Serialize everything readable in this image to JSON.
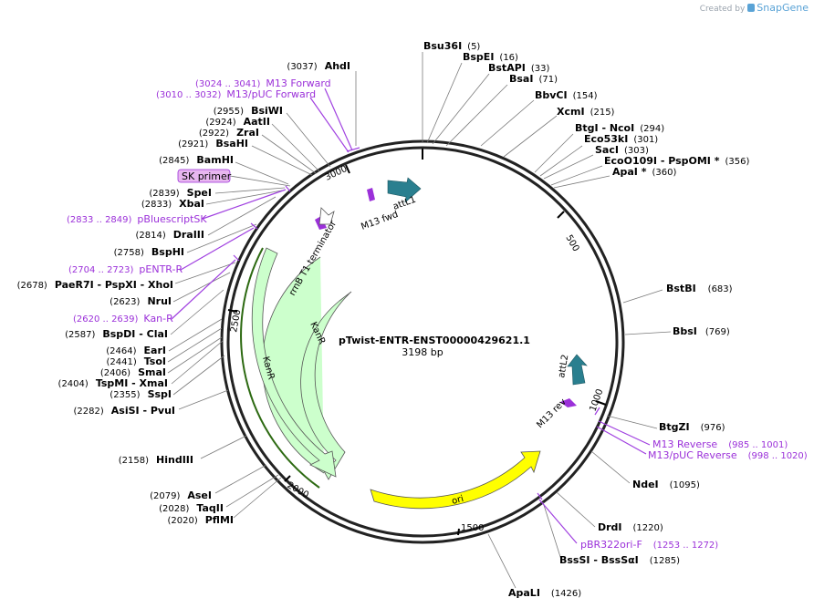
{
  "brand": {
    "created_by": "Created by",
    "name": "SnapGene"
  },
  "plasmid": {
    "name": "pTwist-ENTR-ENST00000429621.1",
    "length_label": "3198 bp"
  },
  "ticks": [
    "500",
    "1000",
    "1500",
    "2000",
    "2500",
    "3000"
  ],
  "features": {
    "attL1": "attL1",
    "attL2": "attL2",
    "m13fwd": "M13 fwd",
    "m13rev": "M13 rev",
    "rrnb": "rrnB T1 terminator",
    "kanr_outer": "KanR",
    "kanr_inner": "KanR",
    "ori": "ori"
  },
  "sites_right": [
    {
      "name": "Bsu36I",
      "pos": "(5)"
    },
    {
      "name": "BspEI",
      "pos": "(16)"
    },
    {
      "name": "BstAPI",
      "pos": "(33)"
    },
    {
      "name": "BsaI",
      "pos": "(71)"
    },
    {
      "name": "BbvCI",
      "pos": "(154)"
    },
    {
      "name": "XcmI",
      "pos": "(215)"
    },
    {
      "name": "BtgI  -  NcoI",
      "pos": "(294)"
    },
    {
      "name": "Eco53kI",
      "pos": "(301)"
    },
    {
      "name": "SacI",
      "pos": "(303)"
    },
    {
      "name": "EcoO109I   -  PspOMI *",
      "pos": "(356)"
    },
    {
      "name": "ApaI *",
      "pos": "(360)"
    },
    {
      "name": "BstBI",
      "pos": "(683)"
    },
    {
      "name": "BbsI",
      "pos": "(769)"
    },
    {
      "name": "BtgZI",
      "pos": "(976)"
    },
    {
      "name": "NdeI",
      "pos": "(1095)"
    },
    {
      "name": "DrdI",
      "pos": "(1220)"
    },
    {
      "name": "BssSI  -  BssSαI",
      "pos": "(1285)"
    },
    {
      "name": "ApaLI",
      "pos": "(1426)"
    }
  ],
  "sites_left": [
    {
      "name": "AhdI",
      "pos": "(3037)"
    },
    {
      "name": "BsiWI",
      "pos": "(2955)"
    },
    {
      "name": "AatII",
      "pos": "(2924)"
    },
    {
      "name": "ZraI",
      "pos": "(2922)"
    },
    {
      "name": "BsaHI",
      "pos": "(2921)"
    },
    {
      "name": "BamHI",
      "pos": "(2845)"
    },
    {
      "name": "SpeI",
      "pos": "(2839)"
    },
    {
      "name": "XbaI",
      "pos": "(2833)"
    },
    {
      "name": "DraIII",
      "pos": "(2814)"
    },
    {
      "name": "BspHI",
      "pos": "(2758)"
    },
    {
      "name": "PaeR7I   -  PspXI   -  XhoI",
      "pos": "(2678)"
    },
    {
      "name": "NruI",
      "pos": "(2623)"
    },
    {
      "name": "BspDI   -  ClaI",
      "pos": "(2587)"
    },
    {
      "name": "EarI",
      "pos": "(2464)"
    },
    {
      "name": "TsoI",
      "pos": "(2441)"
    },
    {
      "name": "SmaI",
      "pos": "(2406)"
    },
    {
      "name": "TspMI   -  XmaI",
      "pos": "(2404)"
    },
    {
      "name": "SspI",
      "pos": "(2355)"
    },
    {
      "name": "AsiSI   -  PvuI",
      "pos": "(2282)"
    },
    {
      "name": "HindIII",
      "pos": "(2158)"
    },
    {
      "name": "AseI",
      "pos": "(2079)"
    },
    {
      "name": "TaqII",
      "pos": "(2028)"
    },
    {
      "name": "PflMI",
      "pos": "(2020)"
    }
  ],
  "primers": [
    {
      "name": "M13 Forward",
      "range": "(3024 .. 3041)"
    },
    {
      "name": "M13/pUC Forward",
      "range": "(3010 .. 3032)"
    },
    {
      "name": "SK primer",
      "range": ""
    },
    {
      "name": "pBluescriptSK",
      "range": "(2833 .. 2849)"
    },
    {
      "name": "pENTR-R",
      "range": "(2704 .. 2723)"
    },
    {
      "name": "Kan-R",
      "range": "(2620 .. 2639)"
    },
    {
      "name": "M13 Reverse",
      "range": "(985 .. 1001)"
    },
    {
      "name": "M13/pUC Reverse",
      "range": "(998 .. 1020)"
    },
    {
      "name": "pBR322ori-F",
      "range": "(1253 .. 1272)"
    }
  ]
}
